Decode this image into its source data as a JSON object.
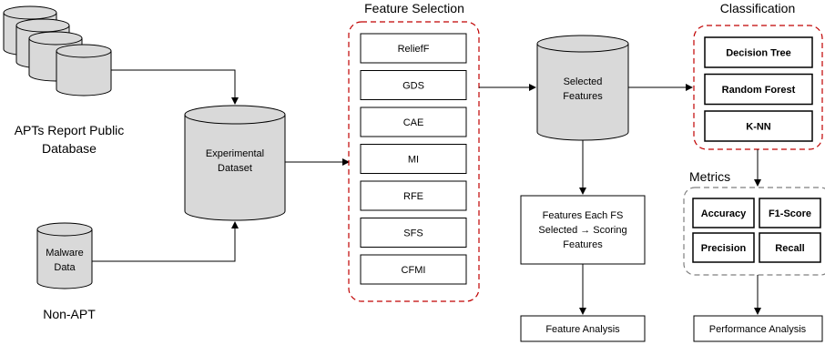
{
  "sources": {
    "apt_db_label_line1": "APTs Report Public",
    "apt_db_label_line2": "Database",
    "malware_line1": "Malware",
    "malware_line2": "Data",
    "non_apt_label": "Non-APT"
  },
  "experimental_dataset": {
    "line1": "Experimental",
    "line2": "Dataset"
  },
  "feature_selection": {
    "title": "Feature Selection",
    "methods": [
      "ReliefF",
      "GDS",
      "CAE",
      "MI",
      "RFE",
      "SFS",
      "CFMI"
    ]
  },
  "selected_features": {
    "line1": "Selected",
    "line2": "Features"
  },
  "scoring": {
    "line1": "Features Each FS",
    "line2": "Selected → Scoring",
    "line3": "Features"
  },
  "feature_analysis": "Feature Analysis",
  "classification": {
    "title": "Classification",
    "models": [
      "Decision Tree",
      "Random Forest",
      "K-NN"
    ]
  },
  "metrics": {
    "title": "Metrics",
    "items": [
      "Accuracy",
      "F1-Score",
      "Precision",
      "Recall"
    ]
  },
  "performance_analysis": "Performance Analysis",
  "colors": {
    "cylinder_fill": "#d9d9d9",
    "group_border": "#c00000",
    "metrics_border": "#7f7f7f",
    "line": "#000000"
  }
}
